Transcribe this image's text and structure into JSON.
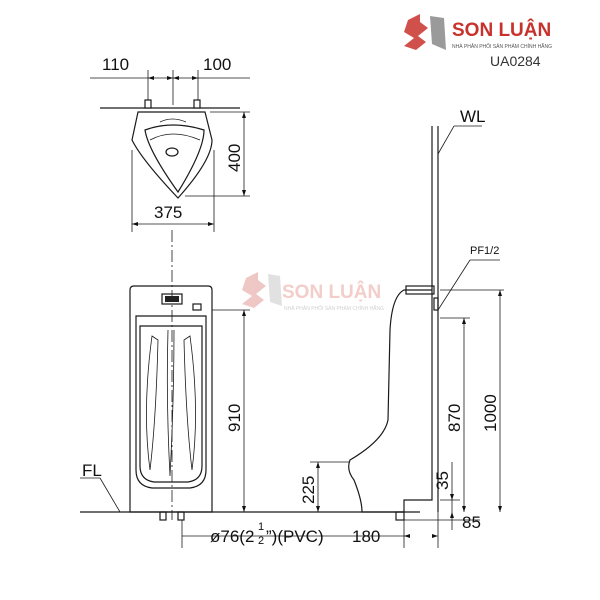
{
  "brand": {
    "name": "SON LUẬN",
    "tagline": "NHÀ PHÂN PHỐI SẢN PHẨM CHÍNH HÃNG",
    "product_code": "UA0284",
    "color": "#c8322d"
  },
  "watermark": {
    "name": "SON LUẬN",
    "tagline": "NHÀ PHÂN PHỐI SẢN PHẨM CHÍNH HÃNG",
    "color": "#e8b5b1"
  },
  "dimensions": {
    "top_left": "110",
    "top_right": "100",
    "depth": "400",
    "width": "375",
    "height_front": "910",
    "inlet_height": "225",
    "pipe": "ø76(2",
    "pipe_fraction": "1",
    "pipe_fraction_den": "2",
    "pipe_suffix": "”)(PVC)",
    "outlet_offset": "180",
    "side_height": "870",
    "total_height": "1000",
    "floor_gap": "35",
    "wall_offset": "85"
  },
  "labels": {
    "wall": "WL",
    "floor": "FL",
    "supply": "PF1/2"
  }
}
